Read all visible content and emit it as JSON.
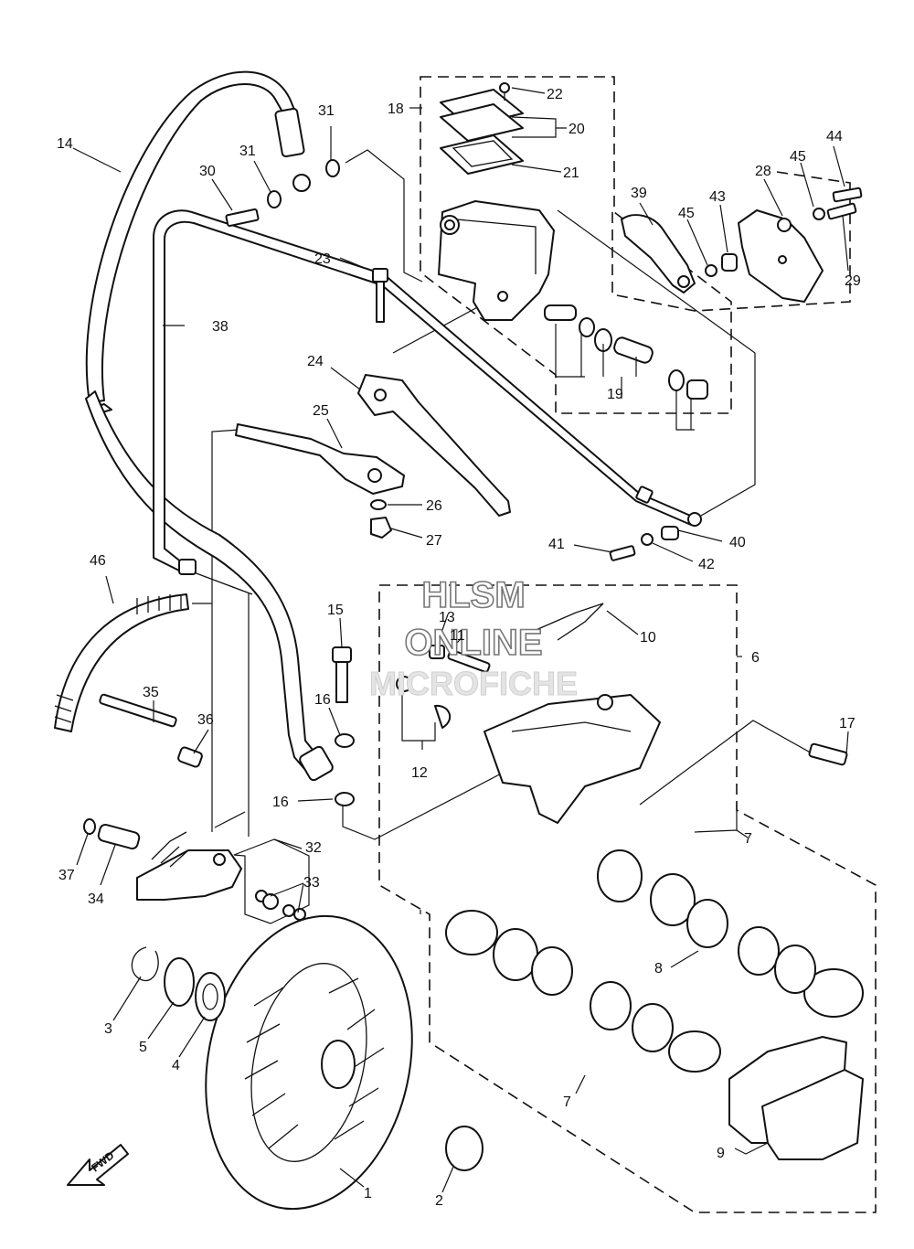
{
  "callouts": {
    "c1": "1",
    "c2": "2",
    "c3": "3",
    "c4": "4",
    "c5": "5",
    "c6": "6",
    "c7a": "7",
    "c7b": "7",
    "c8": "8",
    "c9": "9",
    "c10": "10",
    "c11": "11",
    "c12": "12",
    "c13": "13",
    "c14": "14",
    "c15": "15",
    "c16a": "16",
    "c16b": "16",
    "c17": "17",
    "c18": "18",
    "c19": "19",
    "c20": "20",
    "c21": "21",
    "c22": "22",
    "c23": "23",
    "c24": "24",
    "c25": "25",
    "c26": "26",
    "c27": "27",
    "c28": "28",
    "c29": "29",
    "c30": "30",
    "c31a": "31",
    "c31b": "31",
    "c32": "32",
    "c33": "33",
    "c34": "34",
    "c35": "35",
    "c36": "36",
    "c37": "37",
    "c38": "38",
    "c39": "39",
    "c40": "40",
    "c41": "41",
    "c42": "42",
    "c43": "43",
    "c44": "44",
    "c45a": "45",
    "c45b": "45",
    "c46": "46"
  },
  "watermark": {
    "line1": "HLSM",
    "line2": "ONLINE",
    "line3": "MICROFICHE"
  },
  "fwd_badge": "FWD"
}
